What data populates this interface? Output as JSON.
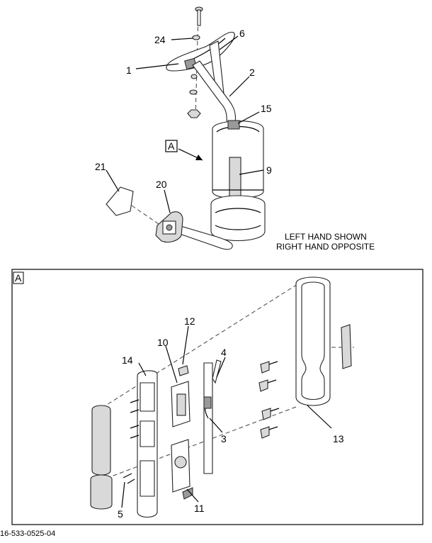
{
  "view_marker": "A",
  "detail_marker": "A",
  "note_line1": "LEFT HAND SHOWN",
  "note_line2": "RIGHT HAND OPPOSITE",
  "figure_ref": "16-533-0525-04",
  "callouts": {
    "c1": "1",
    "c2": "2",
    "c3": "3",
    "c4": "4",
    "c5": "5",
    "c6": "6",
    "c9": "9",
    "c10": "10",
    "c11": "11",
    "c12": "12",
    "c13": "13",
    "c14": "14",
    "c15": "15",
    "c20": "20",
    "c21": "21",
    "c24": "24"
  }
}
